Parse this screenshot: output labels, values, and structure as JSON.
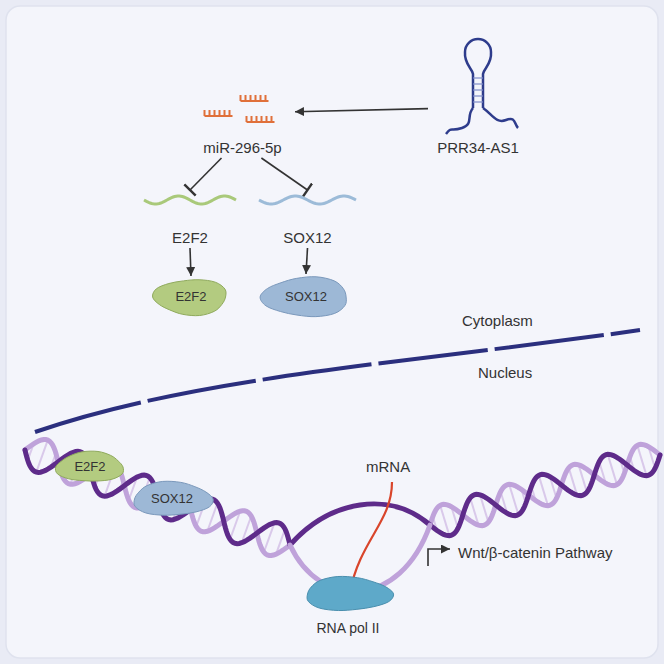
{
  "diagram": {
    "nodes": [
      {
        "text": [
          "miR-296-5p"
        ]
      },
      {
        "text": [
          "PRR34-AS1"
        ]
      },
      {
        "text": [
          "E2F2"
        ]
      },
      {
        "text": [
          "SOX12"
        ]
      },
      {
        "text": [
          "E2F2"
        ]
      },
      {
        "text": [
          "SOX12"
        ]
      },
      {
        "text": [
          "E2F2"
        ]
      },
      {
        "text": [
          "SOX12"
        ]
      },
      {
        "text": [
          "RNA pol II"
        ]
      }
    ],
    "edges": [
      {
        "from": 1,
        "to": 0,
        "arrow": "to"
      },
      {
        "from": 0,
        "to": 2,
        "arrow": "to"
      },
      {
        "from": 0,
        "to": 3,
        "arrow": "to"
      },
      {
        "from": 2,
        "to": 4,
        "arrow": "to"
      },
      {
        "from": 3,
        "to": 5,
        "arrow": "to"
      }
    ],
    "labels": [
      "Cytoplasm",
      "Nucleus",
      "mRNA",
      "Wnt/β-catenin Pathway"
    ]
  }
}
